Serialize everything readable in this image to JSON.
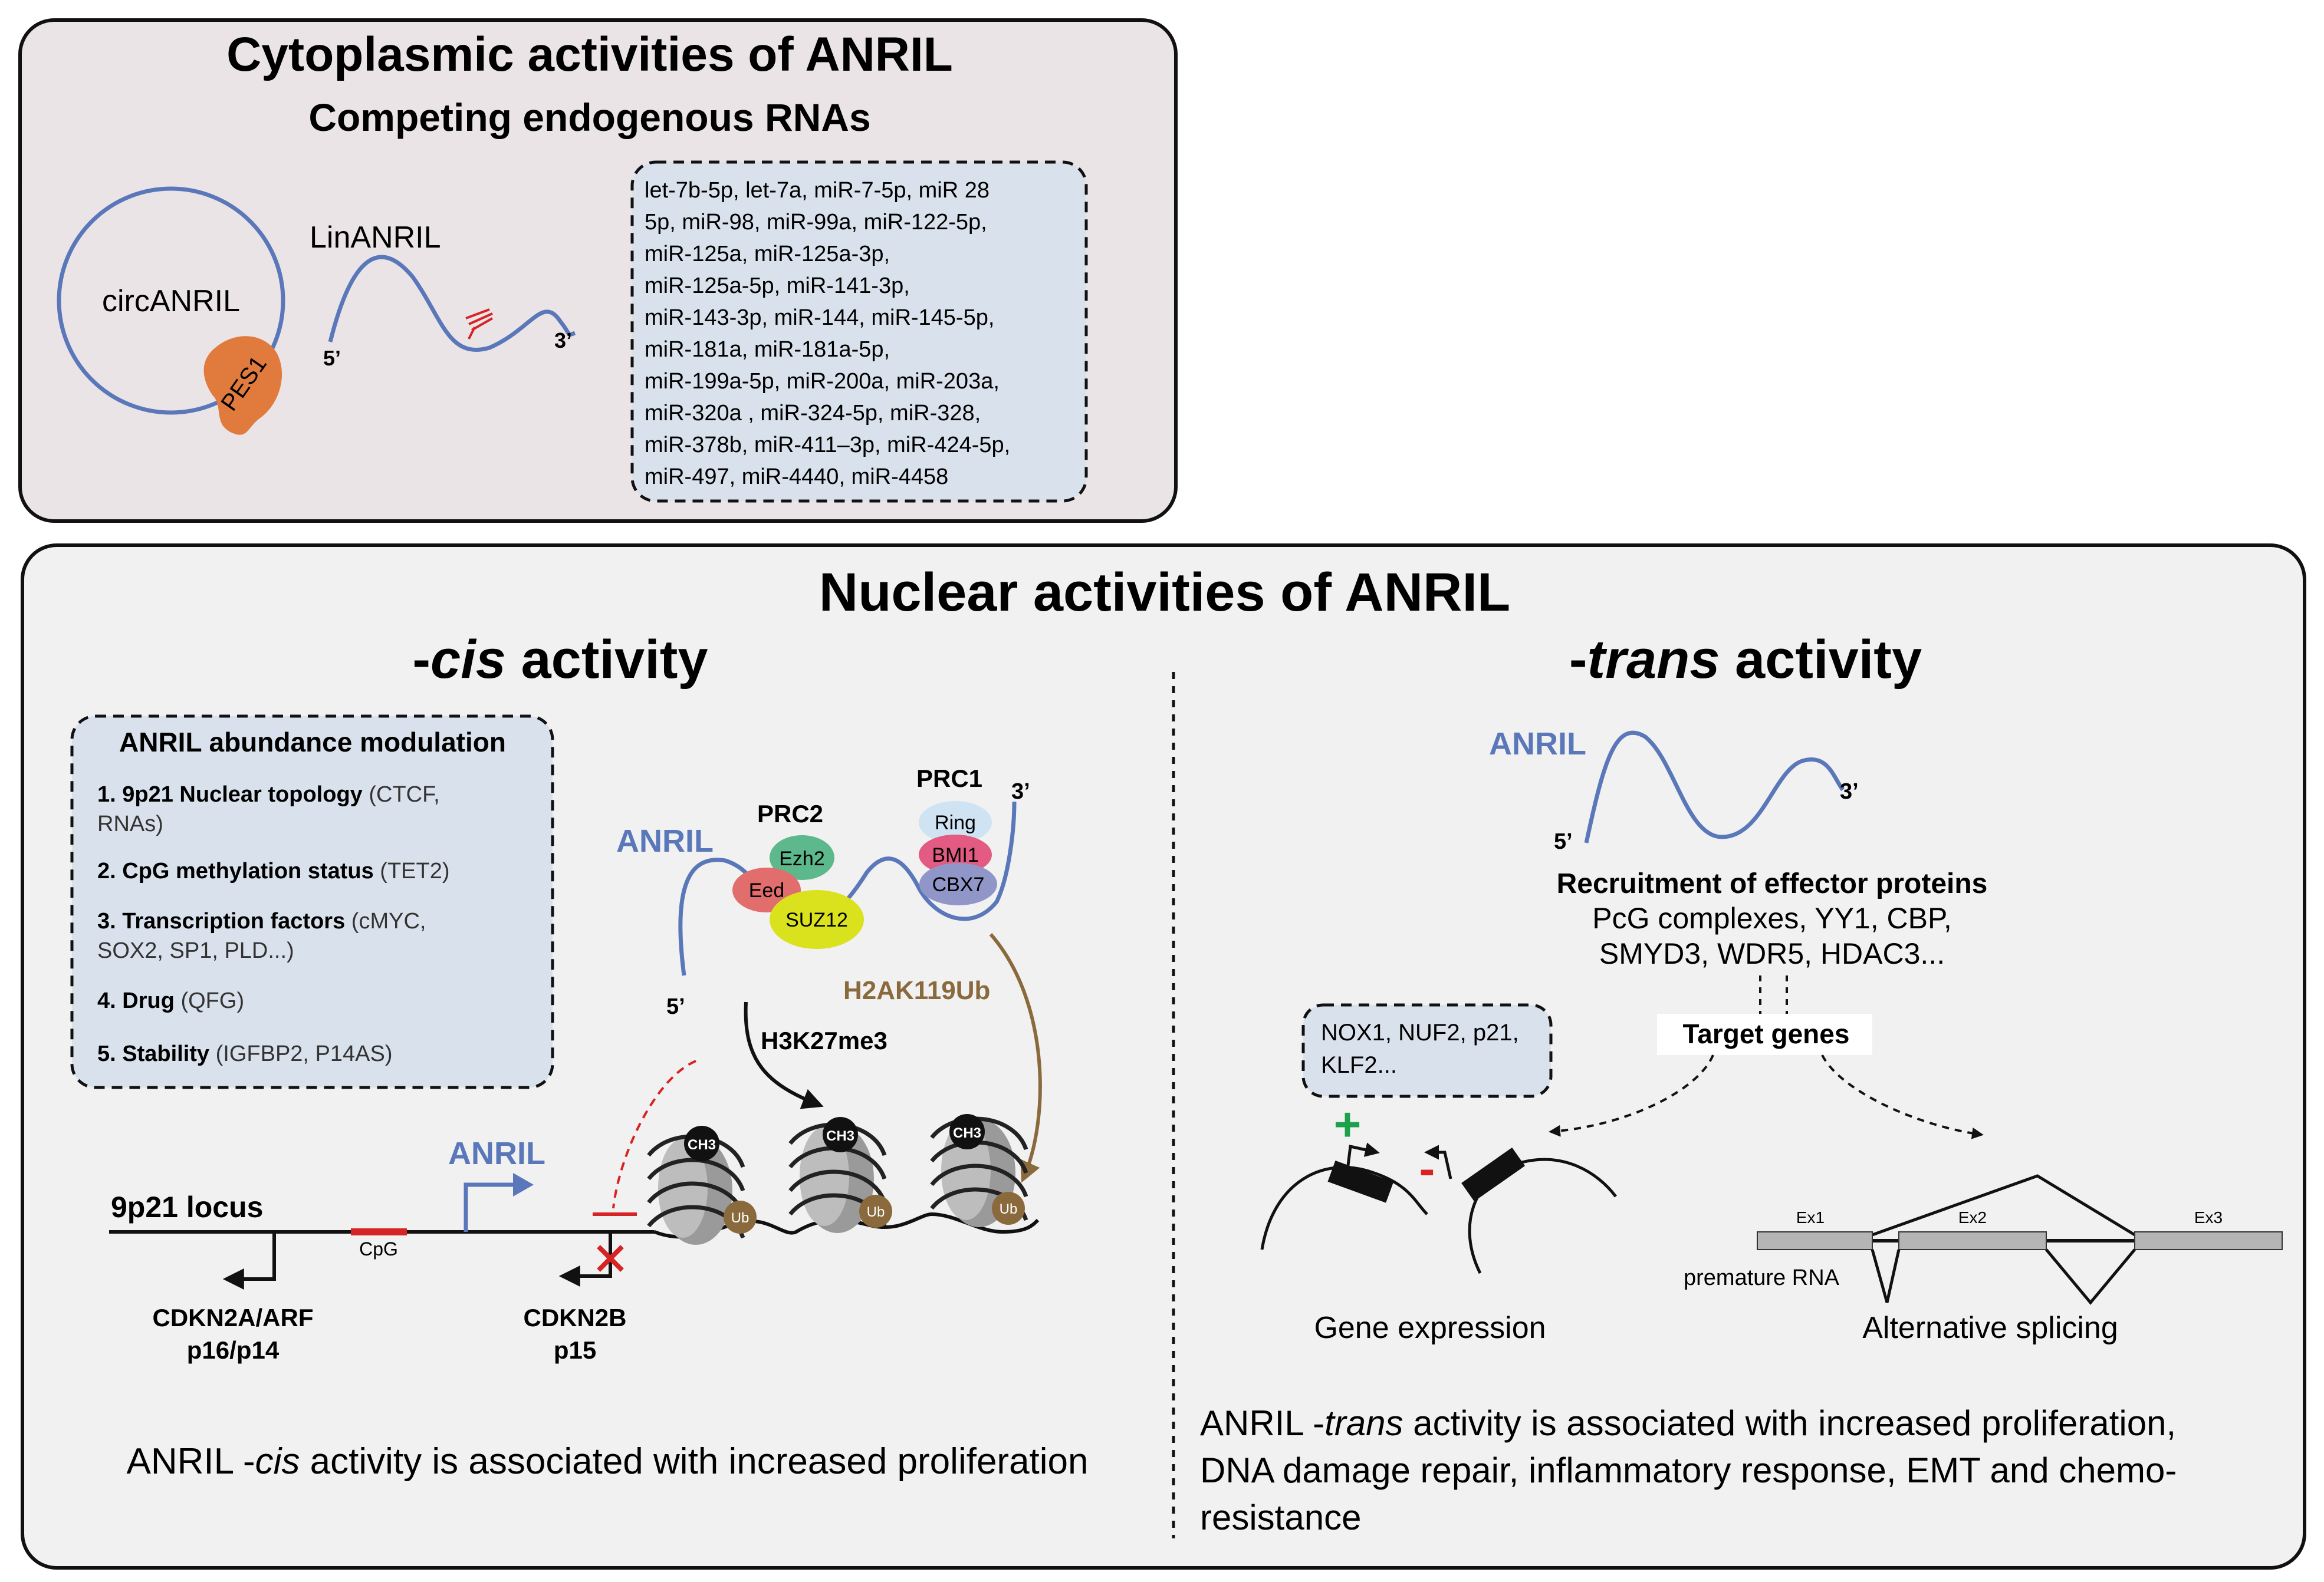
{
  "cytoplasmic": {
    "title": "Cytoplasmic activities of ANRIL",
    "subtitle": "Competing endogenous RNAs",
    "circ_label": "circANRIL",
    "pes1_label": "PES1",
    "lin_label": "LinANRIL",
    "five_prime": "5’",
    "three_prime": "3’",
    "mirna_lines": [
      "let-7b-5p, let-7a, miR-7-5p, miR 28",
      "5p, miR-98, miR-99a, miR-122-5p,",
      "miR-125a, miR-125a-3p,",
      "miR-125a-5p, miR-141-3p,",
      "miR-143-3p, miR-144, miR-145-5p,",
      "miR-181a, miR-181a-5p,",
      "miR-199a-5p, miR-200a, miR-203a,",
      "miR-320a , miR-324-5p, miR-328,",
      "miR-378b, miR-411–3p, miR-424-5p,",
      "miR-497, miR-4440, miR-4458"
    ]
  },
  "nuclear": {
    "title": "Nuclear activities of ANRIL",
    "cis": {
      "heading_prefix": "-",
      "heading_italic": "cis",
      "heading_suffix": " activity",
      "modulation_title": "ANRIL abundance modulation",
      "modulation_items": [
        {
          "bold": "1. 9p21 Nuclear topology",
          "rest": " (CTCF,",
          "line2": "RNAs)"
        },
        {
          "bold": "2. CpG methylation status",
          "rest": " (TET2)",
          "line2": ""
        },
        {
          "bold": "3. Transcription factors",
          "rest": " (cMYC,",
          "line2": "SOX2, SP1, PLD...)"
        },
        {
          "bold": "4. Drug",
          "rest": " (QFG)",
          "line2": ""
        },
        {
          "bold": "5. Stability",
          "rest": " (IGFBP2, P14AS)",
          "line2": ""
        }
      ],
      "anril_label": "ANRIL",
      "prc2": "PRC2",
      "prc1": "PRC1",
      "ezh2": "Ezh2",
      "eed": "Eed",
      "suz12": "SUZ12",
      "ring": "Ring",
      "bmi1": "BMI1",
      "cbx7": "CBX7",
      "five_prime": "5’",
      "three_prime": "3’",
      "h3k27": "H3K27me3",
      "h2ak": "H2AK119Ub",
      "locus": "9p21  locus",
      "cpg": "CpG",
      "anril_tss": "ANRIL",
      "cdkn2a_1": "CDKN2A/ARF",
      "cdkn2a_2": "p16/p14",
      "cdkn2b_1": "CDKN2B",
      "cdkn2b_2": "p15",
      "ch3": "CH3",
      "ub": "Ub",
      "footer_prefix": "ANRIL -",
      "footer_italic": "cis",
      "footer_suffix": " activity is associated with increased proliferation"
    },
    "trans": {
      "heading_prefix": "-",
      "heading_italic": "trans",
      "heading_suffix": " activity",
      "anril_label": "ANRIL",
      "five_prime": "5’",
      "three_prime": "3’",
      "recruitment_title": "Recruitment of effector proteins",
      "recruitment_line1": "PcG complexes, YY1, CBP,",
      "recruitment_line2": "SMYD3, WDR5, HDAC3...",
      "target_genes": "Target genes",
      "gene_box_line1": "NOX1, NUF2, p21,",
      "gene_box_line2": "KLF2...",
      "plus": "+",
      "minus": "-",
      "gene_expression": "Gene expression",
      "ex1": "Ex1",
      "ex2": "Ex2",
      "ex3": "Ex3",
      "premature_rna": "premature RNA",
      "alt_splicing": "Alternative splicing",
      "footer_line1_prefix": "ANRIL -",
      "footer_line1_italic": "trans",
      "footer_line1_suffix": " activity  is associated with increased proliferation,",
      "footer_line2": "DNA damage repair, inflammatory response, EMT and chemo-",
      "footer_line3": "resistance"
    }
  },
  "colors": {
    "top_panel_bg": "#ebe4e7",
    "bottom_panel_bg": "#f1f1f1",
    "box_bg": "#d9e2ec",
    "rna_blue": "#5a78b9",
    "pes1_orange": "#e07a3d",
    "ezh2_green": "#5db88b",
    "eed_red": "#e16d6d",
    "suz12_yellow": "#d9e21d",
    "ring_blue": "#cfe3f3",
    "bmi1_pink": "#e35a82",
    "cbx7_purple": "#9096c8",
    "h2ak_brown": "#8a6a3c",
    "cpg_red": "#d62424",
    "plus_green": "#1aa14a"
  }
}
